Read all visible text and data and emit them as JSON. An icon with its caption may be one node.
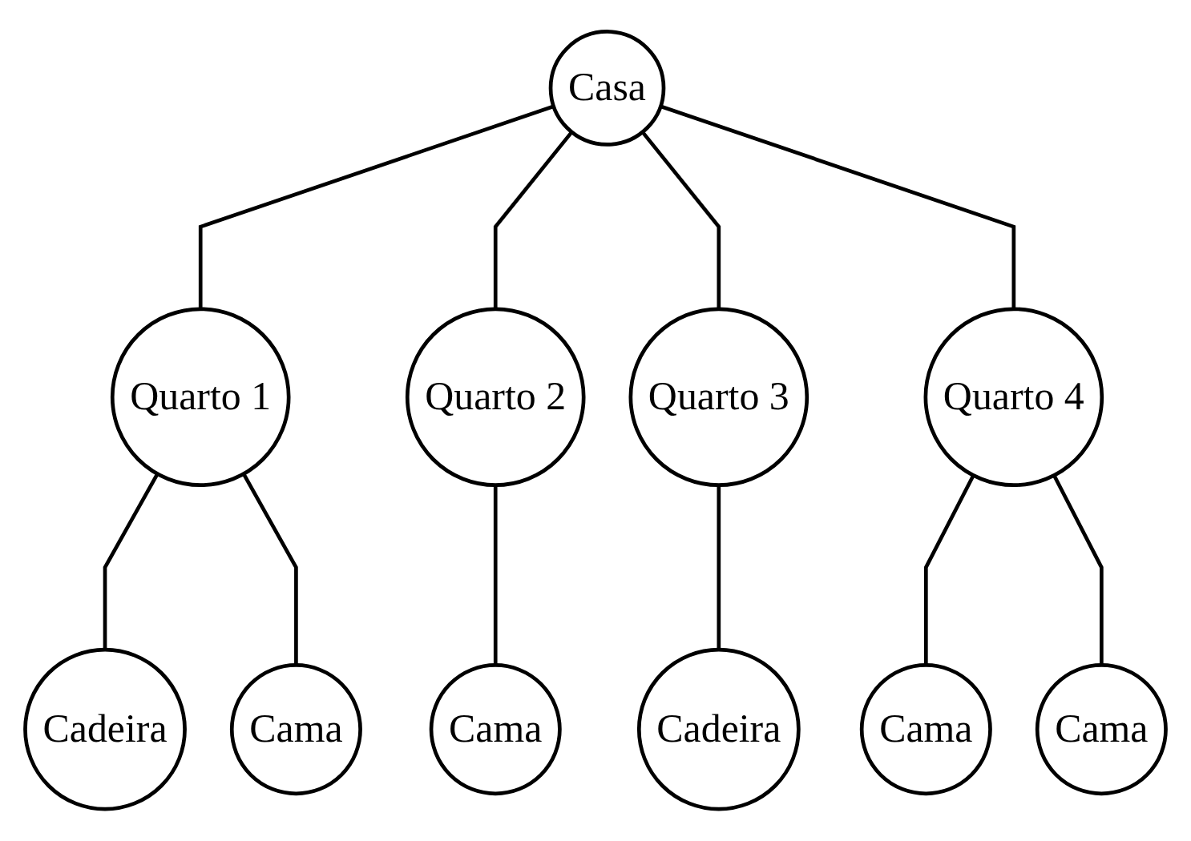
{
  "diagram": {
    "nodes": [
      {
        "text": [
          "Casa"
        ]
      },
      {
        "text": [
          "Quarto 1"
        ]
      },
      {
        "text": [
          "Quarto 2"
        ]
      },
      {
        "text": [
          "Quarto 3"
        ]
      },
      {
        "text": [
          "Quarto 4"
        ]
      },
      {
        "text": [
          "Cadeira"
        ]
      },
      {
        "text": [
          "Cama"
        ]
      },
      {
        "text": [
          "Cama"
        ]
      },
      {
        "text": [
          "Cadeira"
        ]
      },
      {
        "text": [
          "Cama"
        ]
      },
      {
        "text": [
          "Cama"
        ]
      }
    ],
    "edges": [
      {
        "from": 0,
        "to": 1,
        "arrow": "none"
      },
      {
        "from": 0,
        "to": 2,
        "arrow": "none"
      },
      {
        "from": 0,
        "to": 3,
        "arrow": "none"
      },
      {
        "from": 0,
        "to": 4,
        "arrow": "none"
      },
      {
        "from": 1,
        "to": 5,
        "arrow": "none"
      },
      {
        "from": 1,
        "to": 6,
        "arrow": "none"
      },
      {
        "from": 2,
        "to": 7,
        "arrow": "none"
      },
      {
        "from": 3,
        "to": 8,
        "arrow": "none"
      },
      {
        "from": 4,
        "to": 9,
        "arrow": "none"
      },
      {
        "from": 4,
        "to": 10,
        "arrow": "none"
      }
    ]
  }
}
